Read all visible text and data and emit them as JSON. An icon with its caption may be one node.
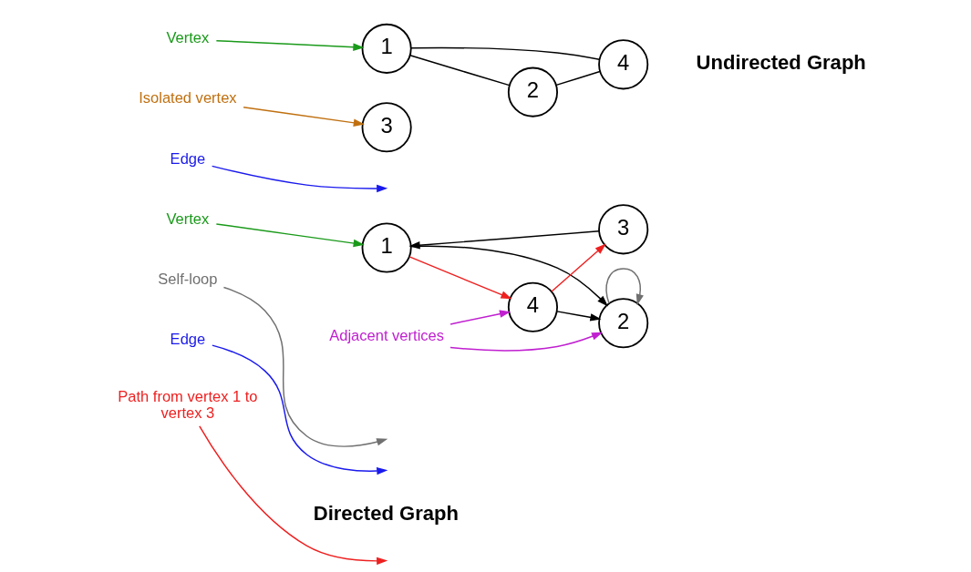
{
  "diagram": {
    "nodes": [
      {
        "text": [
          "Vertex"
        ]
      },
      {
        "text": [
          "1"
        ]
      },
      {
        "text": [
          "2"
        ]
      },
      {
        "text": [
          "Self-loop"
        ]
      },
      {
        "text": [
          "Edge"
        ]
      },
      {
        "text": [
          "Adjacent vertices"
        ]
      },
      {
        "text": [
          "3"
        ]
      },
      {
        "text": [
          "4"
        ]
      },
      {
        "text": [
          "Path from vertex 1 to vertex 3"
        ]
      },
      {
        "text": [
          "Vertex"
        ]
      },
      {
        "text": [
          "1"
        ]
      },
      {
        "text": [
          "2"
        ]
      },
      {
        "text": [
          "Edge"
        ]
      },
      {
        "text": [
          "Isolated vertex"
        ]
      },
      {
        "text": [
          "3"
        ]
      },
      {
        "text": [
          "4"
        ]
      }
    ],
    "edges": [
      {
        "from": 0,
        "to": 1,
        "arrow": "to",
        "color": "#1a9a1a"
      },
      {
        "from": 1,
        "to": 2,
        "arrow": "to"
      },
      {
        "from": 2,
        "to": 2,
        "arrow": "to",
        "color": "#707070"
      },
      {
        "from": 3,
        "to": null,
        "arrow": "to",
        "color": "#707070"
      },
      {
        "from": 6,
        "to": 1,
        "arrow": "to"
      },
      {
        "from": 4,
        "to": null,
        "arrow": "to",
        "color": "#1a1aee"
      },
      {
        "from": 7,
        "to": 2,
        "arrow": "to"
      },
      {
        "from": 5,
        "to": 2,
        "arrow": "to",
        "color": "#c020d0"
      },
      {
        "from": 5,
        "to": 7,
        "arrow": "to",
        "color": "#c020d0"
      },
      {
        "from": 1,
        "to": 7,
        "arrow": "to",
        "color": "#ee2020"
      },
      {
        "from": 7,
        "to": 6,
        "arrow": "to",
        "color": "#ee2020"
      },
      {
        "from": 8,
        "to": null,
        "arrow": "to",
        "color": "#ee2020"
      },
      {
        "from": 9,
        "to": 10,
        "arrow": "to",
        "color": "#1a9a1a"
      },
      {
        "from": 10,
        "to": 11,
        "arrow": "none"
      },
      {
        "from": 10,
        "to": 15,
        "arrow": "none"
      },
      {
        "from": 11,
        "to": 15,
        "arrow": "none"
      },
      {
        "from": 12,
        "to": null,
        "arrow": "to",
        "color": "#1a1aee"
      },
      {
        "from": 13,
        "to": 14,
        "arrow": "to",
        "color": "#c07010"
      }
    ],
    "labels": [
      "Directed Graph",
      "Undirected Graph"
    ]
  }
}
